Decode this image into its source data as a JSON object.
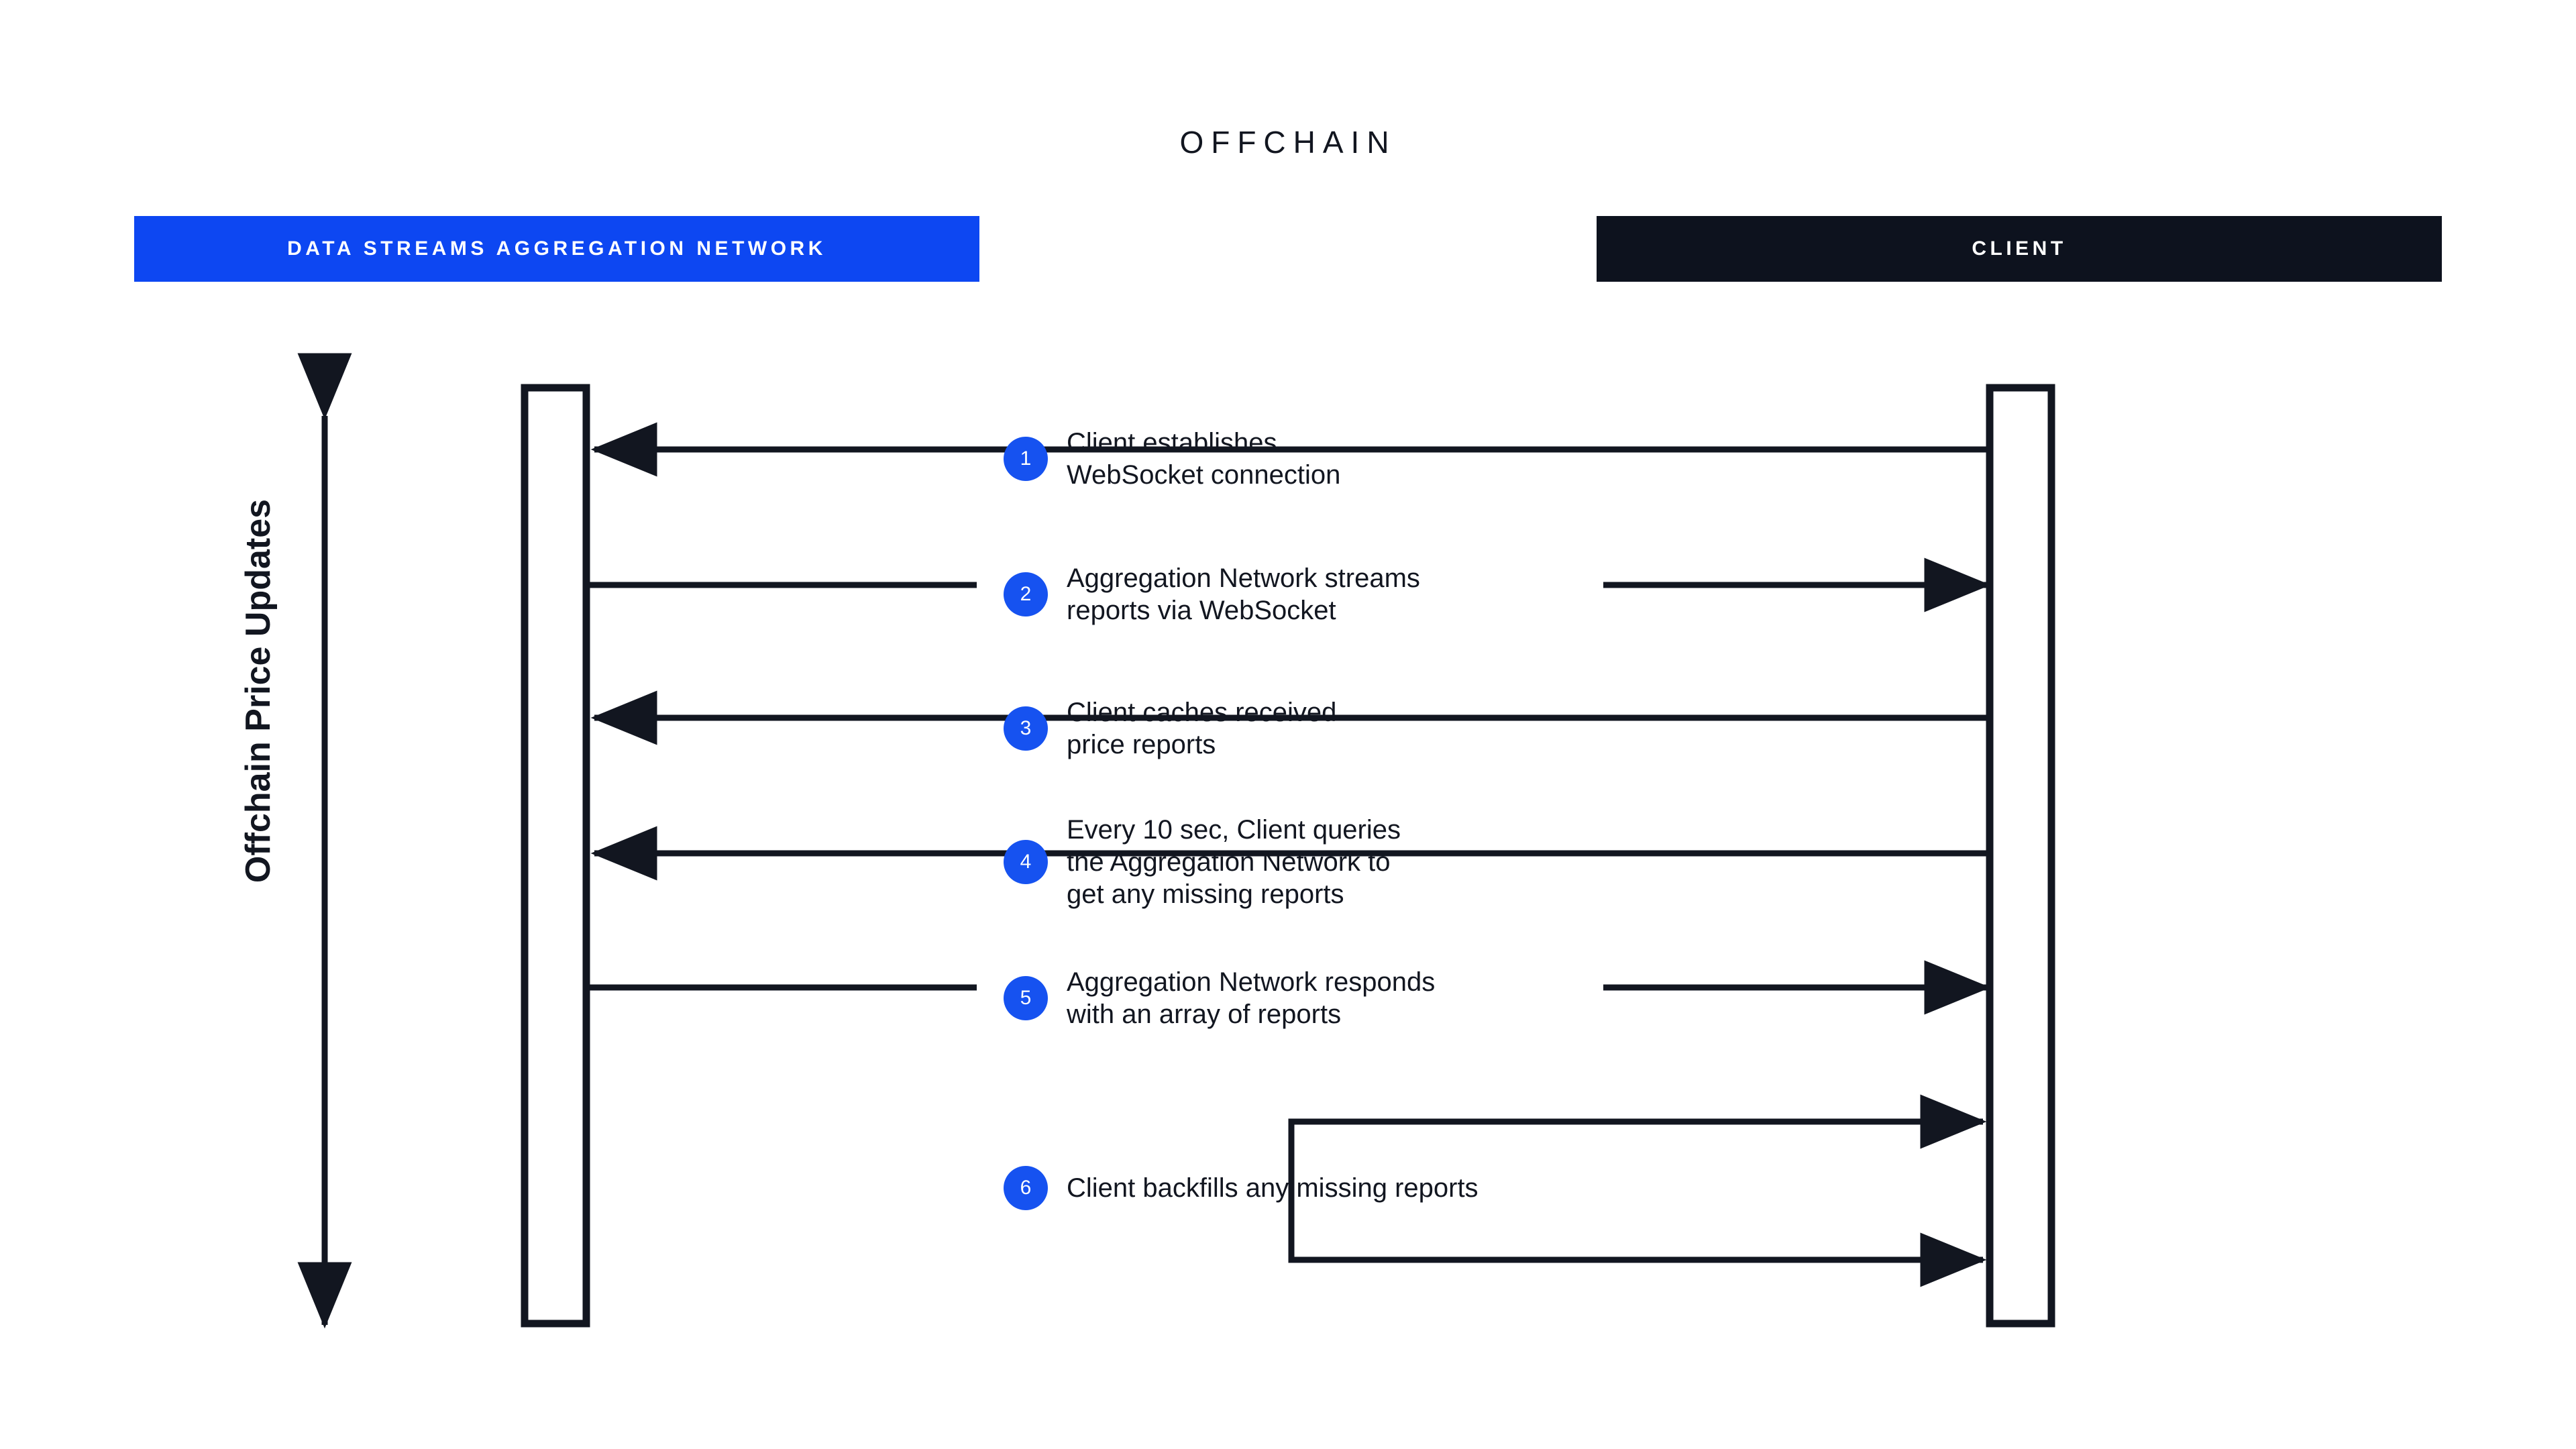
{
  "diagram": {
    "title": "OFFCHAIN",
    "axis_label": "Offchain Price Updates",
    "actors": [
      {
        "id": "aggregation-network",
        "label": "DATA STREAMS AGGREGATION NETWORK",
        "bar_color": "#0d47f2",
        "text_color": "#ffffff"
      },
      {
        "id": "client",
        "label": "CLIENT",
        "bar_color": "#0d121e",
        "text_color": "#ffffff"
      }
    ],
    "badge_color": "#1652f0",
    "line_color": "#121620",
    "background": "#ffffff",
    "steps": [
      {
        "number": "1",
        "text": "Client establishes\nWebSocket connection"
      },
      {
        "number": "2",
        "text": "Aggregation Network streams\nreports via WebSocket"
      },
      {
        "number": "3",
        "text": "Client caches received\nprice reports"
      },
      {
        "number": "4",
        "text": "Every 10 sec, Client queries\nthe Aggregation Network to\nget any missing reports"
      },
      {
        "number": "5",
        "text": "Aggregation Network responds\nwith an array of reports"
      },
      {
        "number": "6",
        "text": "Client backfills any missing reports"
      }
    ]
  }
}
